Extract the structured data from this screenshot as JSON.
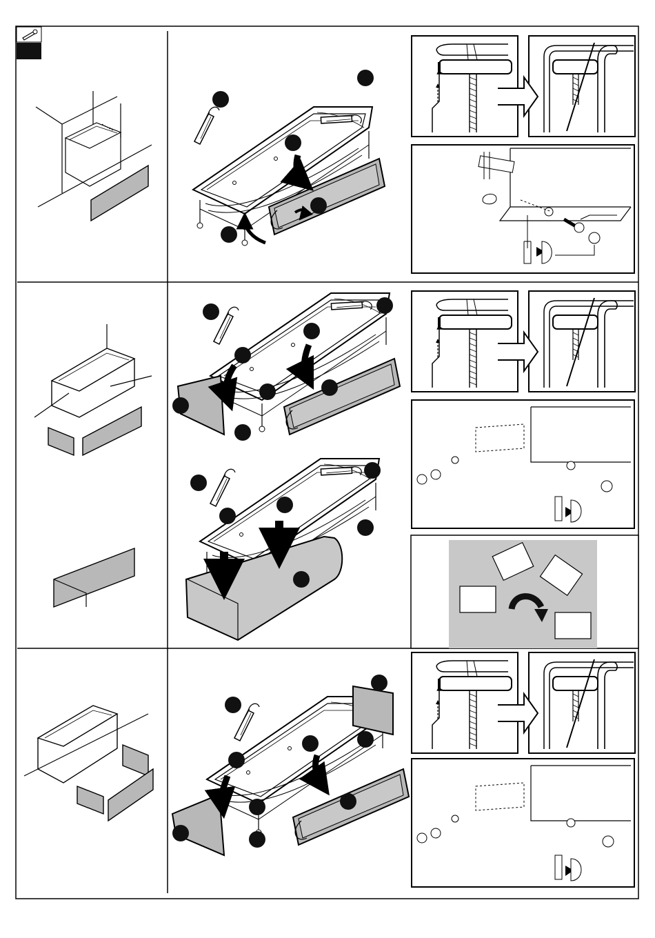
{
  "icons": {
    "header": "wrench-icon"
  },
  "sections": [
    {
      "id": "section-1",
      "panels": 1
    },
    {
      "id": "section-2",
      "panels": 2
    },
    {
      "id": "section-3",
      "panels": 2
    }
  ],
  "colors": {
    "line": "#000000",
    "panel_fill": "#b8b8b8",
    "card_background": "#c8c8c8",
    "header_block": "#111111"
  }
}
